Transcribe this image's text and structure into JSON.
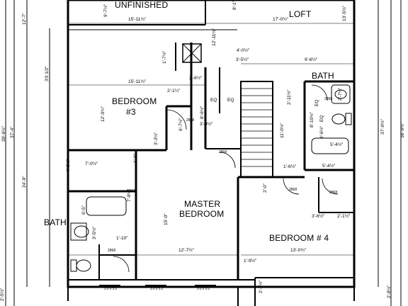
{
  "rooms": {
    "unfinished": "UNFINISHED",
    "loft": "LOFT",
    "bath_upper": "BATH",
    "bedroom3_line1": "BEDROOM",
    "bedroom3_line2": "#3",
    "master_line1": "MASTER",
    "master_line2": "BEDROOM",
    "bath_left": "BATH",
    "bedroom4": "BEDROOM # 4"
  },
  "dims": {
    "d_9_7": "9'-7½\"",
    "d_8_1": "8'-1\"",
    "d_15_11_a": "15'-11¾\"",
    "d_17_0": "17'-0¾\"",
    "d_13_5": "13'-5½\"",
    "d_12_7_left": "12'-7\"",
    "d_12_11": "12'-11½\"",
    "d_4_0": "4'-0½\"",
    "d_1_7": "1'-7½\"",
    "d_3_5": "3'-5½\"",
    "d_9_6": "9'-6½\"",
    "d_3_0_half": "3'0 1/2\"",
    "d_15_11_b": "15'-11¾\"",
    "d_2_6": "2'-6½\"",
    "d_2_1_a": "2'-1¼\"",
    "d_2_11": "2'-11½\"",
    "d_2_7": "2'-7½\"",
    "eq1": "EQ",
    "eq2": "EQ",
    "eq3": "EQ",
    "eq4": "EQ",
    "d_12_0": "12'-0¾\"",
    "d_8_6": "8'-6½\"",
    "d_6_7": "6'-7½\"",
    "d_3_3": "3'-3½\"",
    "d_3_8": "3'-8½\"",
    "d_11_0": "11'-0½\"",
    "d_8_10": "8'-10½\"",
    "d_4_6": "4'-6½\"",
    "d_5_4": "5'-4½\"",
    "d_5_4b": "5'-4½\"",
    "d_37_4": "37'-4\"",
    "d_39_9": "39'-9½\"",
    "d_37_0": "37'-0½\"",
    "d_38_9": "38'-9½\"",
    "d_24_9": "24'-9\"",
    "d_7_0": "7'-0½\"",
    "d_4_8": "4'-8½\"",
    "d_1_8": "1'-8\"",
    "d_7_8": "7'-8½\"",
    "d_6_5": "6'-5\"",
    "d_15_0": "15'-0\"",
    "d_3_5b": "3'-5½\"",
    "d_1_10": "1'-10\"",
    "d_2_0": "2'-0\"",
    "d_1_6": "1'-6½\"",
    "d_3_6": "3'-6½\"",
    "d_2_1_b": "2'-1½\"",
    "d_12_7_b": "12'-7½\"",
    "d_13_0": "13'-0¾\"",
    "d_1_9": "1'-9½\"",
    "d_2_5": "2'-5½\"",
    "d_2_8": "2'-8½\"",
    "d_2_8b": "2'-8½\"",
    "win1": "3'0 x 5'2\"",
    "win2": "3'0 x 5'2\"",
    "win3": "3'0 x 5'2\"",
    "door_2868_a": "2868",
    "door_2868_b": "2868",
    "door_2868_c": "2868",
    "door_2868_d": "2868",
    "door_2868_e": "2868",
    "door_2868_f": "2868",
    "door_2868_g": "2868"
  }
}
